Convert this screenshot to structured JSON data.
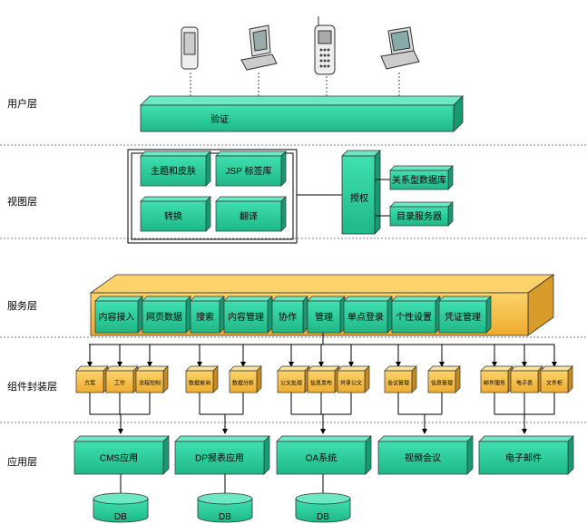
{
  "layers": {
    "user": "用户层",
    "view": "视图层",
    "service": "服务层",
    "component": "组件封装层",
    "application": "应用层"
  },
  "user_layer": {
    "devices": [
      "pda-icon",
      "desktop-computer-icon",
      "mobile-phone-icon",
      "laptop-icon"
    ],
    "auth_bar": "验证"
  },
  "view_layer": {
    "boxes": [
      "主题和皮肤",
      "JSP 标签库",
      "转换",
      "翻译"
    ],
    "authorize": "授权",
    "stores": [
      "关系型数据库",
      "目录服务器"
    ]
  },
  "service_layer": {
    "modules": [
      "内容接入",
      "网页数据",
      "搜索",
      "内容管理",
      "协作",
      "管理",
      "单点登录",
      "个性设置",
      "凭证管理"
    ]
  },
  "component_layer": {
    "groups": [
      [
        "方案",
        "工作",
        "流程控制"
      ],
      [
        "数据查询",
        "数据分析"
      ],
      [
        "公文处理",
        "信息发布",
        "共享公文"
      ],
      [
        "会议管理",
        "信息管理"
      ],
      [
        "邮件服务",
        "电子表",
        "文件柜"
      ]
    ]
  },
  "application_layer": {
    "apps": [
      "CMS应用",
      "DP报表应用",
      "OA系统",
      "视频会议",
      "电子邮件"
    ],
    "db_label": "DB"
  },
  "colors": {
    "green": "#2ed3a0",
    "green_dark": "#1a9c72",
    "orange": "#f5c046",
    "orange_dark": "#d8a030",
    "line": "#000000"
  }
}
